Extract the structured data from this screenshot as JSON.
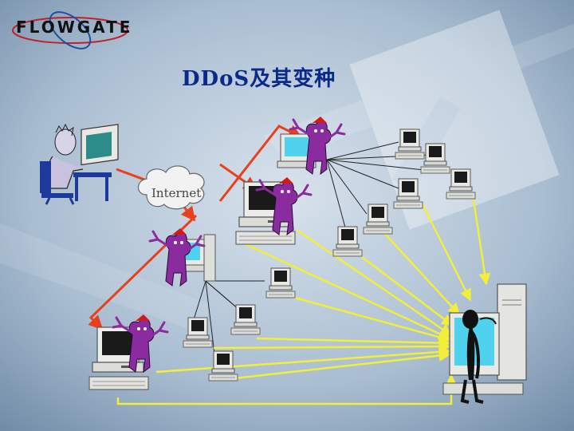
{
  "slide": {
    "logo_text": "FLOWGATE",
    "title": "DDoS及其变种",
    "internet_label": "Internet"
  },
  "colors": {
    "background": "#a8bcd0",
    "command_arrow": "#e8401c",
    "attack_arrow": "#f2ee3a",
    "link_line": "#222222",
    "title_text": "#0a2a8a",
    "monitor_screen": "#1a1a1a",
    "compromised_screen": "#4fd2ee",
    "zombie_creature": "#8a2ca0"
  },
  "icons": {
    "attacker": "person-at-computer-icon",
    "cloud": "internet-cloud-icon",
    "master": "infected-computer-icon",
    "agent": "computer-icon",
    "victim": "exhausted-server-icon"
  }
}
